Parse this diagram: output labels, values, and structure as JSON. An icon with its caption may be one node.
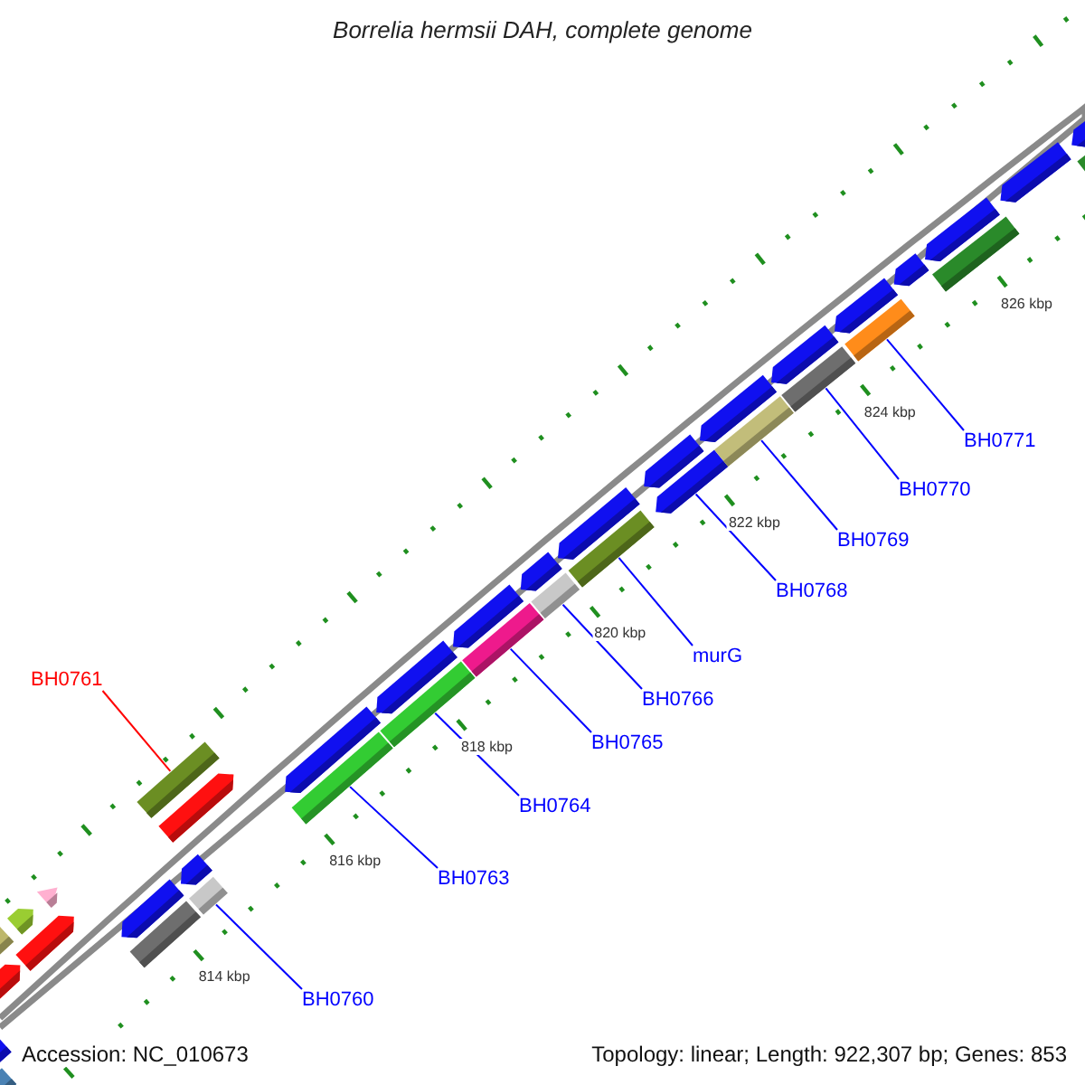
{
  "diagram": {
    "title": "Borrelia hermsii DAH, complete genome",
    "nodes": [
      {
        "text": [
          "BH0761"
        ]
      },
      {
        "text": [
          "BH0760"
        ]
      },
      {
        "text": [
          "BH0763"
        ]
      },
      {
        "text": [
          "BH0764"
        ]
      },
      {
        "text": [
          "BH0765"
        ]
      },
      {
        "text": [
          "BH0766"
        ]
      },
      {
        "text": [
          "murG"
        ]
      },
      {
        "text": [
          "BH0768"
        ]
      },
      {
        "text": [
          "BH0769"
        ]
      },
      {
        "text": [
          "BH0770"
        ]
      },
      {
        "text": [
          "BH0771"
        ]
      },
      {
        "text": [],
        "shape": "bar"
      },
      {
        "text": [],
        "shape": "bar"
      },
      {
        "text": [],
        "shape": "bar"
      },
      {
        "text": [],
        "shape": "bar"
      },
      {
        "text": [],
        "shape": "bar"
      },
      {
        "text": [],
        "shape": "bar"
      },
      {
        "text": [],
        "shape": "bar"
      },
      {
        "text": [],
        "shape": "bar"
      },
      {
        "text": [],
        "shape": "bar"
      },
      {
        "text": [],
        "shape": "bar"
      },
      {
        "text": [],
        "shape": "bar"
      },
      {
        "text": [],
        "shape": "bar"
      },
      {
        "text": [],
        "shape": "bar"
      },
      {
        "text": [],
        "shape": "bar"
      },
      {
        "text": [],
        "shape": "bar"
      },
      {
        "text": [],
        "shape": "bar"
      },
      {
        "text": [],
        "shape": "bar"
      },
      {
        "text": [],
        "shape": "bar"
      },
      {
        "text": [],
        "shape": "bar"
      },
      {
        "text": [],
        "shape": "bar"
      },
      {
        "text": [],
        "shape": "bar"
      },
      {
        "text": [],
        "shape": "bar"
      },
      {
        "text": [],
        "shape": "bar"
      },
      {
        "text": [],
        "shape": "bar"
      },
      {
        "text": [],
        "shape": "bar"
      },
      {
        "text": [],
        "shape": "bar"
      },
      {
        "text": [],
        "shape": "bar"
      },
      {
        "text": [],
        "shape": "bar"
      },
      {
        "text": [],
        "shape": "bar"
      },
      {
        "text": [],
        "shape": "bar"
      },
      {
        "text": [],
        "shape": "bar"
      },
      {
        "text": [],
        "shape": "bar"
      },
      {
        "text": [],
        "shape": "bar"
      },
      {
        "text": [],
        "shape": "bar"
      },
      {
        "text": [],
        "shape": "bar"
      },
      {
        "text": [],
        "shape": "bar"
      },
      {
        "text": [],
        "shape": "bar"
      }
    ],
    "edges": [
      {
        "from": 0,
        "to": 22,
        "arrow": "none",
        "color": "#ff0000"
      },
      {
        "from": 1,
        "to": 21,
        "arrow": "none"
      },
      {
        "from": 2,
        "to": 24,
        "arrow": "none"
      },
      {
        "from": 3,
        "to": 26,
        "arrow": "none"
      },
      {
        "from": 4,
        "to": 28,
        "arrow": "none"
      },
      {
        "from": 5,
        "to": 30,
        "arrow": "none"
      },
      {
        "from": 6,
        "to": 32,
        "arrow": "none"
      },
      {
        "from": 7,
        "to": 34,
        "arrow": "none"
      },
      {
        "from": 8,
        "to": 37,
        "arrow": "none"
      },
      {
        "from": 9,
        "to": 39,
        "arrow": "none"
      },
      {
        "from": 10,
        "to": 41,
        "arrow": "none"
      }
    ],
    "labels": [
      "814 kbp",
      "816 kbp",
      "818 kbp",
      "820 kbp",
      "822 kbp",
      "824 kbp",
      "826 kbp",
      "Accession: NC_010673",
      "Topology: linear; Length: 922,307 bp; Genes: 853"
    ]
  }
}
